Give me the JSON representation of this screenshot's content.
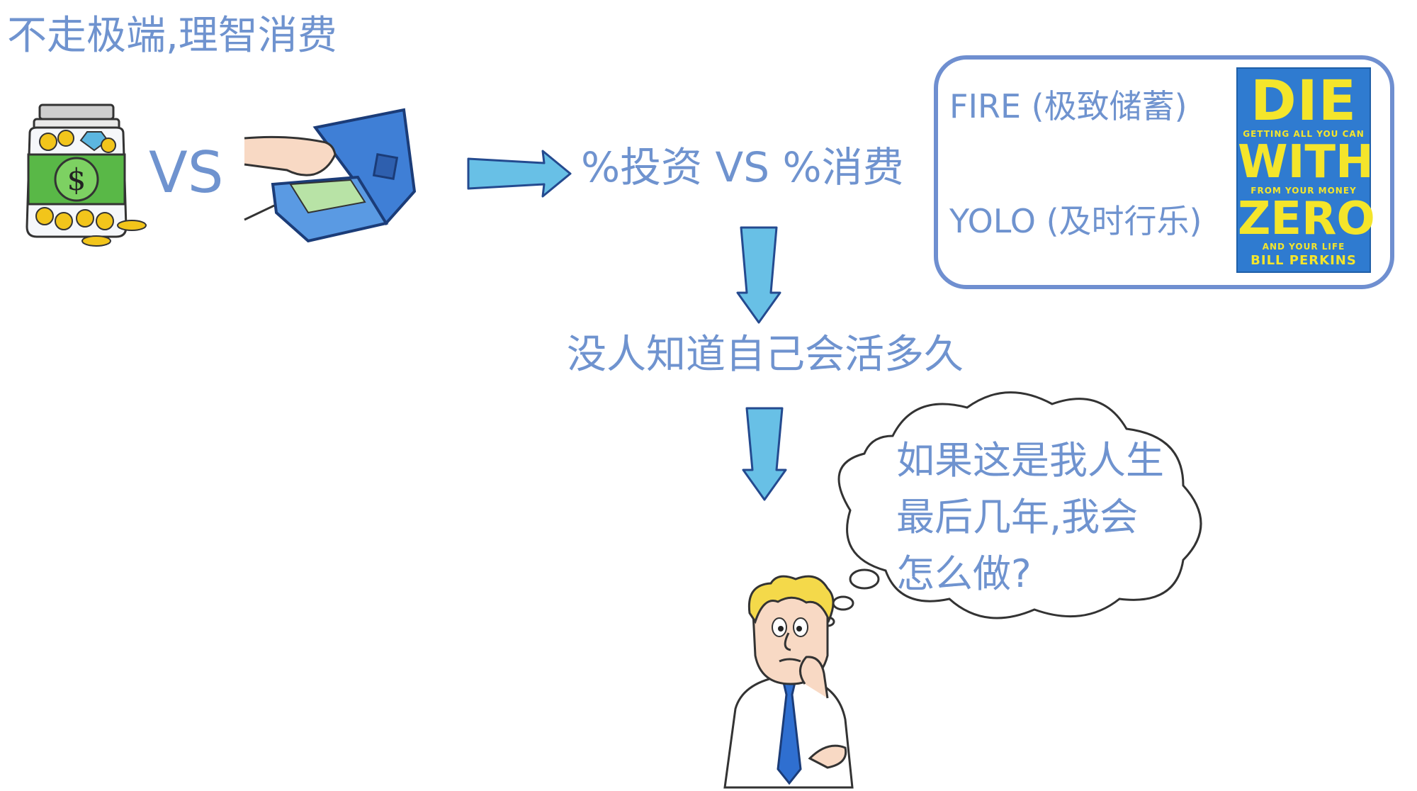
{
  "title": "不走极端,理智消费",
  "vs_label": "VS",
  "ratio_text": "%投资 VS %消费",
  "lifespan_text": "没人知道自己会活多久",
  "strategies": {
    "fire": "FIRE (极致储蓄)",
    "yolo": "YOLO (及时行乐)"
  },
  "book": {
    "line1": "DIE",
    "line2": "GETTING ALL YOU CAN",
    "line3": "WITH",
    "line4": "FROM YOUR MONEY",
    "line5": "ZERO",
    "line6": "AND YOUR LIFE",
    "author": "BILL PERKINS"
  },
  "thought_lines": [
    "如果这是我人生",
    "最后几年,我会",
    "怎么做?"
  ],
  "icons": {
    "savings": "money-jar-icon",
    "spending": "cash-box-icon",
    "arrow_right": "arrow-right-icon",
    "arrow_down": "arrow-down-icon",
    "thinker": "thinking-man-icon",
    "cloud": "thought-cloud-icon"
  },
  "colors": {
    "text": "#6f93cf",
    "arrow_fill": "#68c0e6",
    "arrow_stroke": "#244a8f",
    "book_bg": "#2f7bd0",
    "book_text": "#f4e52b"
  }
}
